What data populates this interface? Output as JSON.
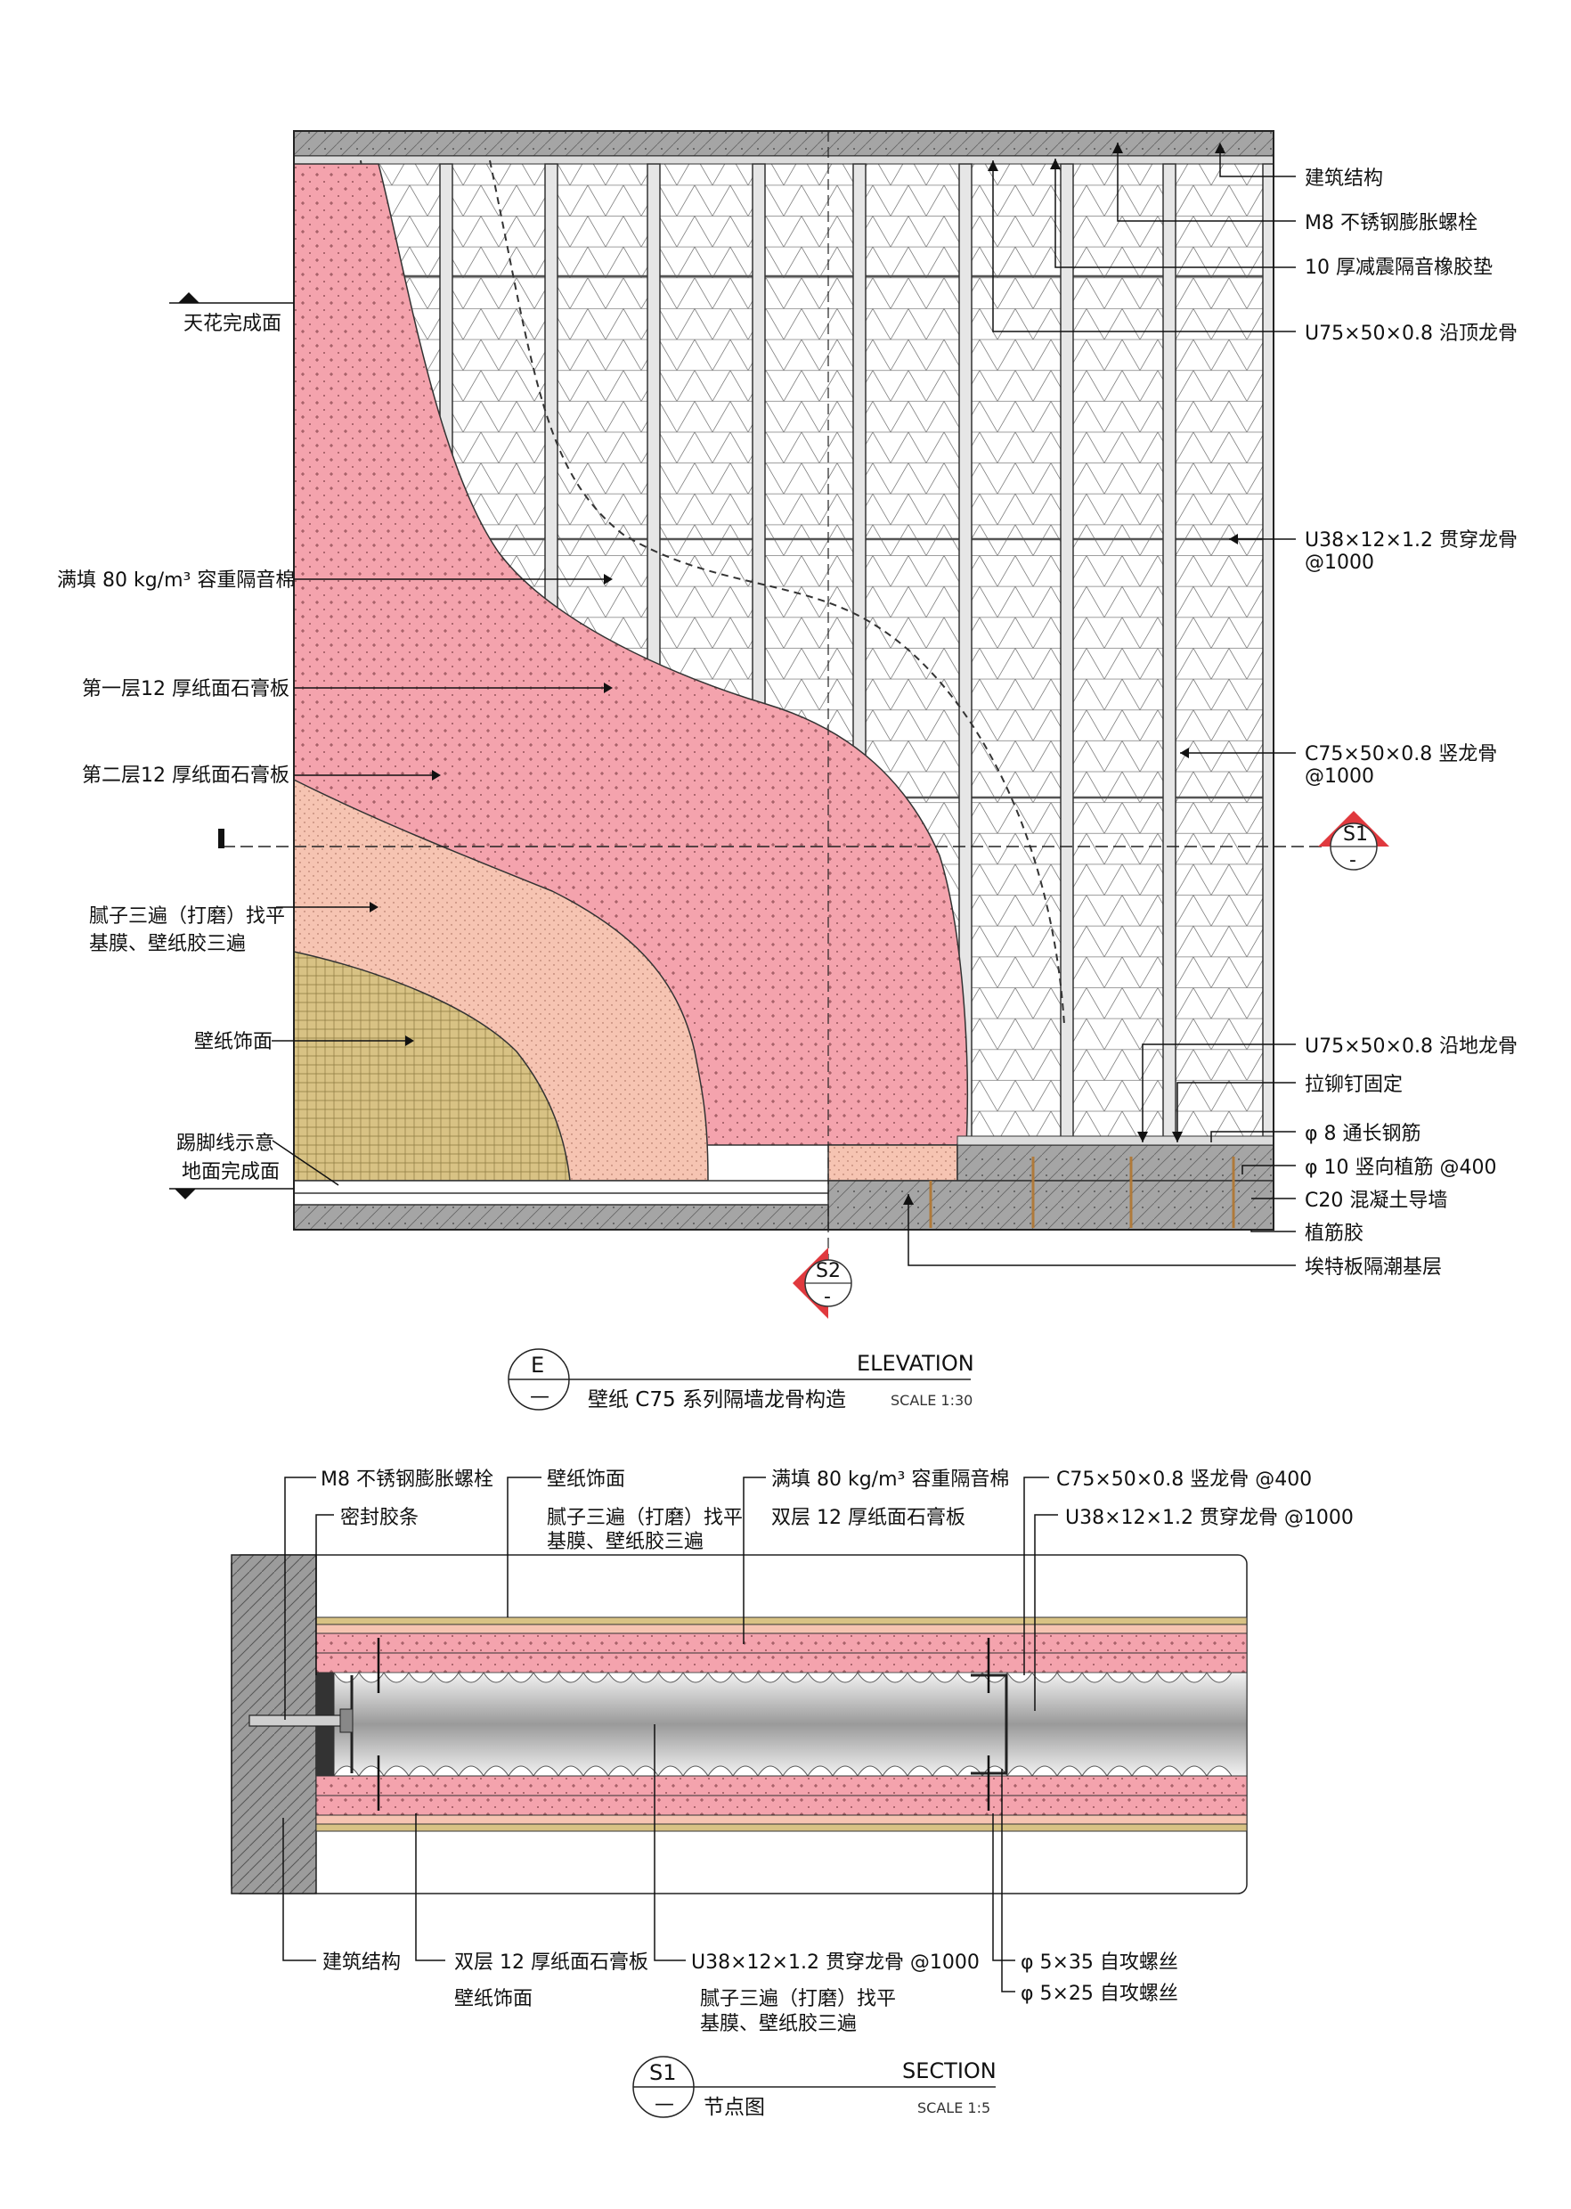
{
  "elevation": {
    "labels_left": {
      "ceiling": "天花完成面",
      "acoustic_wool": "满填 80 kg/m³ 容重隔音棉",
      "board_layer1": "第一层12 厚纸面石膏板",
      "board_layer2": "第二层12 厚纸面石膏板",
      "putty_line1": "腻子三遍（打磨）找平",
      "putty_line2": "基膜、壁纸胶三遍",
      "wallpaper": "壁纸饰面",
      "skirting": "踢脚线示意",
      "floor": "地面完成面"
    },
    "labels_right": {
      "structure": "建筑结构",
      "m8_bolt": "M8 不锈钢膨胀螺栓",
      "rubber_pad": "10 厚减震隔音橡胶垫",
      "top_track": "U75×50×0.8 沿顶龙骨",
      "channel_line1": "U38×12×1.2 贯穿龙骨",
      "channel_line2": "@1000",
      "stud_line1": "C75×50×0.8 竖龙骨",
      "stud_line2": "@1000",
      "bottom_track": "U75×50×0.8 沿地龙骨",
      "rivet": "拉铆钉固定",
      "rebar_long": "φ 8 通长钢筋",
      "rebar_vertical": "φ 10 竖向植筋 @400",
      "concrete_curb": "C20 混凝土导墙",
      "anchor_glue": "植筋胶",
      "moisture_board": "埃特板隔潮基层"
    },
    "section_marker_s1": {
      "id": "S1",
      "sub": "-"
    },
    "section_marker_s2": {
      "id": "S2",
      "sub": "-"
    },
    "title": {
      "code": "E",
      "code_sub": "—",
      "name": "壁纸 C75 系列隔墙龙骨构造",
      "tag": "ELEVATION",
      "scale": "SCALE 1:30"
    }
  },
  "section": {
    "labels_top": {
      "m8_bolt": "M8 不锈钢膨胀螺栓",
      "sealant": "密封胶条",
      "wallpaper": "壁纸饰面",
      "putty_line1": "腻子三遍（打磨）找平",
      "putty_line2": "基膜、壁纸胶三遍",
      "acoustic_wool": "满填 80 kg/m³ 容重隔音棉",
      "double_board": "双层 12 厚纸面石膏板",
      "stud": "C75×50×0.8 竖龙骨 @400",
      "channel": "U38×12×1.2 贯穿龙骨 @1000"
    },
    "labels_bottom": {
      "structure": "建筑结构",
      "double_board": "双层 12 厚纸面石膏板",
      "wallpaper": "壁纸饰面",
      "channel": "U38×12×1.2 贯穿龙骨 @1000",
      "putty_line1": "腻子三遍（打磨）找平",
      "putty_line2": "基膜、壁纸胶三遍",
      "screw_35": "φ 5×35 自攻螺丝",
      "screw_25": "φ 5×25 自攻螺丝"
    },
    "title": {
      "code": "S1",
      "code_sub": "—",
      "name": "节点图",
      "tag": "SECTION",
      "scale": "SCALE 1:5"
    }
  },
  "colors": {
    "gypsum_pink": "#f4a3ad",
    "putty_peach": "#f6c4b2",
    "wallpaper_tan": "#d8c284",
    "concrete_grey": "#a5a5a5",
    "marker_red": "#e0393e"
  }
}
